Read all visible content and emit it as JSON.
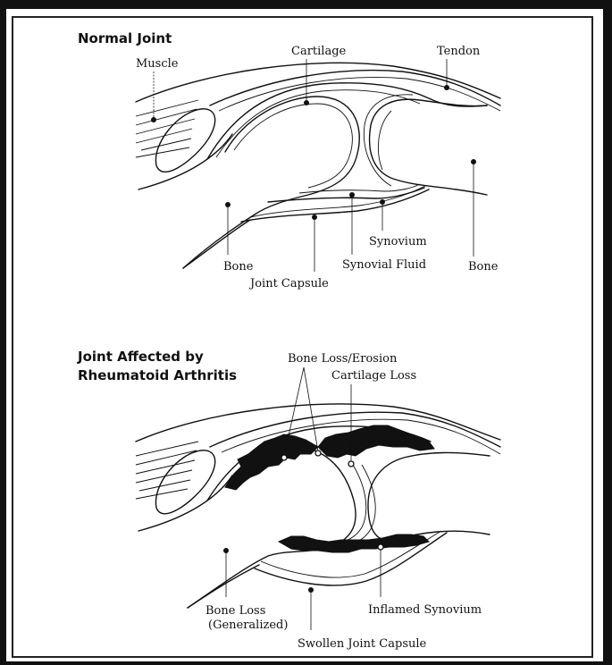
{
  "normal_joint": {
    "heading": "Normal Joint",
    "labels": {
      "muscle": "Muscle",
      "cartilage": "Cartilage",
      "tendon": "Tendon",
      "bone_left": "Bone",
      "joint_capsule": "Joint Capsule",
      "synovium": "Synovium",
      "synovial_fluid": "Synovial Fluid",
      "bone_right": "Bone"
    }
  },
  "ra_joint": {
    "heading_line1": "Joint Affected by",
    "heading_line2": "Rheumatoid Arthritis",
    "labels": {
      "bone_loss_erosion": "Bone Loss/Erosion",
      "cartilage_loss": "Cartilage Loss",
      "bone_loss_generalized_line1": "Bone Loss",
      "bone_loss_generalized_line2": "(Generalized)",
      "inflamed_synovium": "Inflamed Synovium",
      "swollen_joint_capsule": "Swollen Joint Capsule"
    }
  }
}
